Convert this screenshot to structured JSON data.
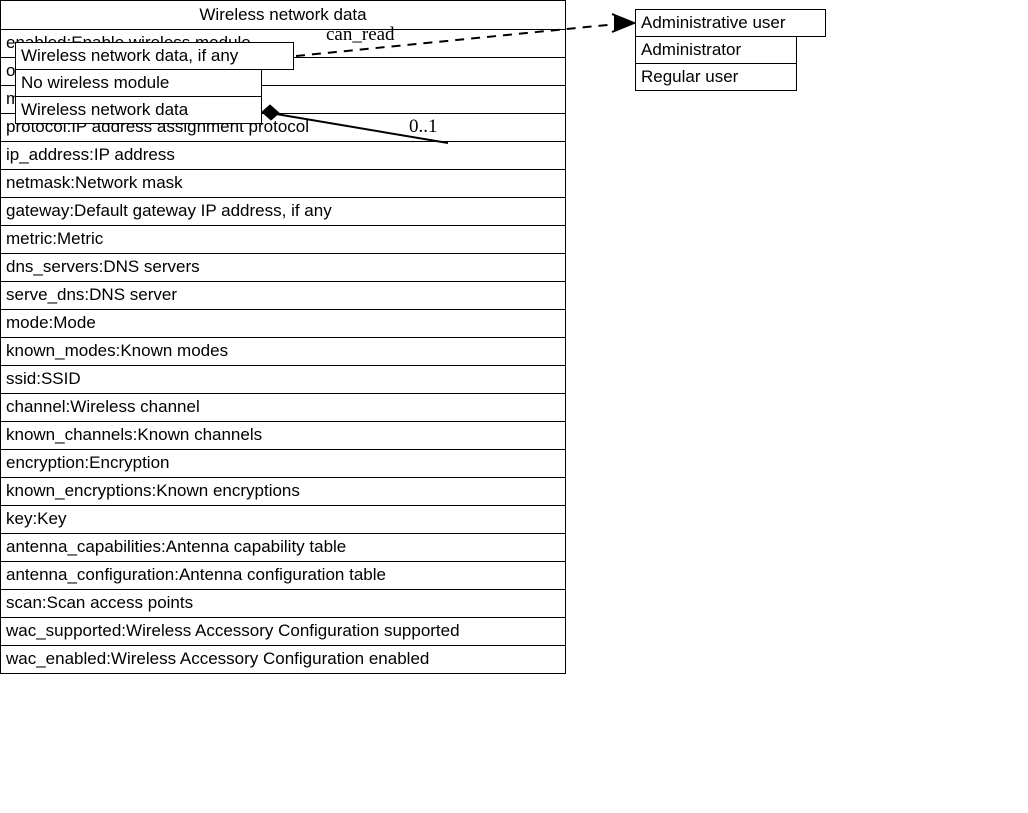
{
  "diagram": {
    "type": "uml-class-diagram",
    "title": "Wireless network data"
  },
  "enum_wireless": {
    "name": "enum-wireless-network-data",
    "rows": [
      "Wireless network data, if any",
      "No wireless module",
      "Wireless network data"
    ]
  },
  "enum_user": {
    "name": "enum-administrative-user",
    "rows": [
      "Administrative user",
      "Administrator",
      "Regular user"
    ]
  },
  "edges": {
    "can_read_label": "can_read",
    "multiplicity_label": "0..1"
  },
  "class_table": {
    "title": "Wireless network data",
    "attributes": [
      "enabled:Enable wireless module",
      "online:Online",
      "mac_address:MAC address",
      "protocol:IP address assignment protocol",
      "ip_address:IP address",
      "netmask:Network mask",
      "gateway:Default gateway IP address, if any",
      "metric:Metric",
      "dns_servers:DNS servers",
      "serve_dns:DNS server",
      "mode:Mode",
      "known_modes:Known modes",
      "ssid:SSID",
      "channel:Wireless channel",
      "known_channels:Known channels",
      "encryption:Encryption",
      "known_encryptions:Known encryptions",
      "key:Key",
      "antenna_capabilities:Antenna capability table",
      "antenna_configuration:Antenna configuration table",
      "scan:Scan access points",
      "wac_supported:Wireless Accessory Configuration supported",
      "wac_enabled:Wireless Accessory Configuration enabled"
    ]
  },
  "colors": {
    "stroke": "#000000",
    "fill": "#ffffff"
  }
}
